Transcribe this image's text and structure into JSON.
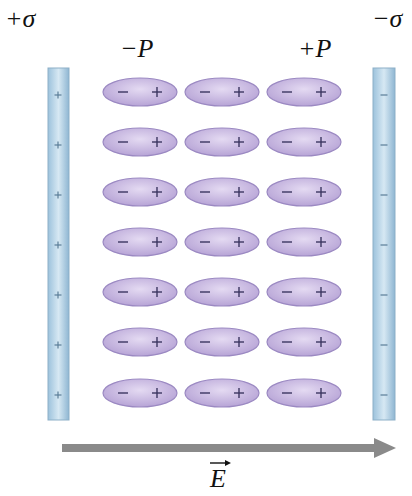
{
  "diagram": {
    "labels": [
      "+σ",
      "−P",
      "+P",
      "−σ",
      "E"
    ]
  }
}
